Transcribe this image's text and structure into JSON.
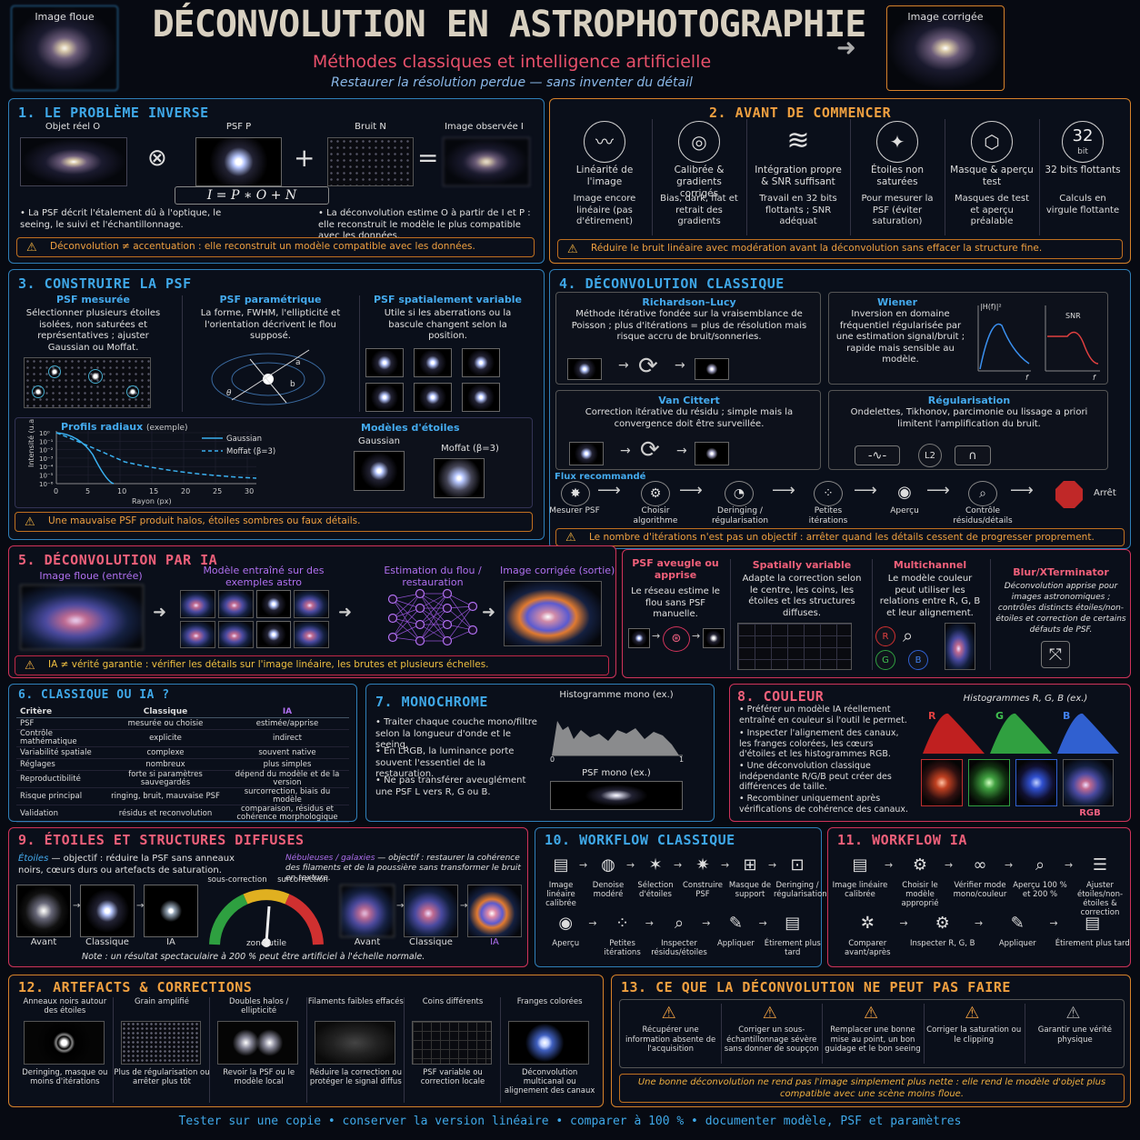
{
  "header": {
    "title": "DÉCONVOLUTION EN ASTROPHOTOGRAPHIE",
    "subtitle": "Méthodes classiques et intelligence artificielle",
    "tagline": "Restaurer la résolution perdue — sans inventer du détail",
    "left_label": "Image floue",
    "right_label": "Image corrigée"
  },
  "s1": {
    "title": "1.  LE PROBLÈME INVERSE",
    "obj": "Objet réel O",
    "psf": "PSF P",
    "noise": "Bruit N",
    "obs": "Image observée I",
    "op_conv": "⊗",
    "op_plus": "+",
    "op_eq": "=",
    "formula": "I = P ∗ O + N",
    "b1": "• La PSF décrit l'étalement dû à l'optique, le seeing, le suivi et l'échantillonnage.",
    "b2": "• La déconvolution estime O à partir de I et P : elle reconstruit le modèle le plus compatible avec les données.",
    "warn": "Déconvolution ≠ accentuation : elle reconstruit un modèle compatible avec les données."
  },
  "s2": {
    "title": "2.  AVANT DE COMMENCER",
    "items": [
      {
        "icon": "〰",
        "t": "Linéarité de l'image",
        "d": "Image encore linéaire (pas d'étirement)"
      },
      {
        "icon": "◎",
        "t": "Calibrée & gradients corrigés",
        "d": "Bias, dark, flat et retrait des gradients"
      },
      {
        "icon": "≋",
        "t": "Intégration propre & SNR suffisant",
        "d": "Travail en 32 bits flottants ; SNR adéquat"
      },
      {
        "icon": "✦",
        "t": "Étoiles non saturées",
        "d": "Pour mesurer la PSF (éviter saturation)"
      },
      {
        "icon": "⬡",
        "t": "Masque & aperçu test",
        "d": "Masques de test et aperçu préalable"
      },
      {
        "icon": "32",
        "t": "32 bits flottants",
        "d": "Calculs en virgule flottante"
      }
    ],
    "icon_sub": "bit",
    "warn": "Réduire le bruit linéaire avec modération avant la déconvolution sans effacer la structure fine."
  },
  "s3": {
    "title": "3.  CONSTRUIRE LA PSF",
    "c1t": "PSF mesurée",
    "c1d": "Sélectionner plusieurs étoiles isolées, non saturées et représentatives ; ajuster Gaussian ou Moffat.",
    "c2t": "PSF paramétrique",
    "c2d": "La forme, FWHM, l'ellipticité et l'orientation décrivent le flou supposé.",
    "c3t": "PSF spatialement variable",
    "c3d": "Utile si les aberrations ou la bascule changent selon la position.",
    "ell_theta": "θ",
    "ell_a": "a",
    "ell_b": "b",
    "prof_t": "Profils radiaux",
    "prof_ex": "(exemple)",
    "leg1": "Gaussian",
    "leg2": "Moffat (β=3)",
    "ylab": "Intensité (u.a.)",
    "xlab": "Rayon (px)",
    "xt": [
      "0",
      "5",
      "10",
      "15",
      "20",
      "25",
      "30"
    ],
    "yt": [
      "10⁰",
      "10⁻¹",
      "10⁻²",
      "10⁻³",
      "10⁻⁴",
      "10⁻⁵",
      "10⁻⁶"
    ],
    "mod_t": "Modèles d'étoiles",
    "m1": "Gaussian",
    "m2": "Moffat (β=3)",
    "warn": "Une mauvaise PSF produit halos, étoiles sombres ou faux détails."
  },
  "s4": {
    "title": "4.  DÉCONVOLUTION CLASSIQUE",
    "rl_t": "Richardson–Lucy",
    "rl_d": "Méthode itérative fondée sur la vraisemblance de Poisson ; plus d'itérations = plus de résolution mais risque accru de bruit/sonneries.",
    "w_t": "Wiener",
    "w_d": "Inversion en domaine fréquentiel régularisée par une estimation signal/bruit ; rapide mais sensible au modèle.",
    "w_g1": "|H(f)|²",
    "w_g2": "SNR",
    "w_f": "f",
    "vc_t": "Van Cittert",
    "vc_d": "Correction itérative du résidu ; simple mais la convergence doit être surveillée.",
    "rg_t": "Régularisation",
    "rg_d": "Ondelettes, Tikhonov, parcimonie ou lissage a priori limitent l'amplification du bruit.",
    "rg_l2": "L2",
    "flux_t": "Flux recommandé",
    "flux": [
      {
        "icon": "✸",
        "l": "Mesurer PSF"
      },
      {
        "icon": "⚙",
        "l": "Choisir algorithme"
      },
      {
        "icon": "◔",
        "l": "Deringing / régularisation"
      },
      {
        "icon": "⁘",
        "l": "Petites itérations"
      },
      {
        "icon": "◉",
        "l": "Aperçu"
      },
      {
        "icon": "⌕",
        "l": "Contrôle résidus/détails"
      }
    ],
    "stop": "Arrêt",
    "warn": "Le nombre d'itérations n'est pas un objectif : arrêter quand les détails cessent de progresser proprement."
  },
  "s5": {
    "title": "5.  DÉCONVOLUTION PAR IA",
    "in": "Image floue (entrée)",
    "model": "Modèle entraîné sur des exemples astro",
    "est": "Estimation du flou / restauration",
    "out": "Image corrigée (sortie)",
    "warn": "IA ≠ vérité garantie : vérifier les détails sur l'image linéaire, les brutes et plusieurs échelles.",
    "p1t": "PSF aveugle ou apprise",
    "p1d": "Le réseau estime le flou sans PSF manuelle.",
    "p2t": "Spatially variable",
    "p2d": "Adapte la correction selon le centre, les coins, les étoiles et les structures diffuses.",
    "p3t": "Multichannel",
    "p3d": "Le modèle couleur peut utiliser les relations entre R, G, B et leur alignement.",
    "r": "R",
    "g": "G",
    "b": "B",
    "p4t": "Blur/XTerminator",
    "p4d": "Déconvolution apprise pour images astronomiques ; contrôles distincts étoiles/non-étoiles et correction de certains défauts de PSF."
  },
  "s6": {
    "title": "6.  CLASSIQUE OU IA ?",
    "head": [
      "Critère",
      "Classique",
      "IA"
    ],
    "rows": [
      [
        "PSF",
        "mesurée ou choisie",
        "estimée/apprise"
      ],
      [
        "Contrôle mathématique",
        "explicite",
        "indirect"
      ],
      [
        "Variabilité spatiale",
        "complexe",
        "souvent native"
      ],
      [
        "Réglages",
        "nombreux",
        "plus simples"
      ],
      [
        "Reproductibilité",
        "forte si paramètres sauvegardés",
        "dépend du modèle et de la version"
      ],
      [
        "Risque principal",
        "ringing, bruit, mauvaise PSF",
        "surcorrection, biais du modèle"
      ],
      [
        "Validation",
        "résidus et reconvolution",
        "comparaison, résidus et cohérence morphologique"
      ]
    ]
  },
  "s7": {
    "title": "7.  MONOCHROME",
    "b1": "• Traiter chaque couche mono/filtre selon la longueur d'onde et le seeing.",
    "b2": "• En LRGB, la luminance porte souvent l'essentiel de la restauration.",
    "b3": "• Ne pas transférer aveuglément une PSF L vers R, G ou B.",
    "hist": "Histogramme mono (ex.)",
    "h0": "0",
    "h1": "1",
    "psf": "PSF mono (ex.)"
  },
  "s8": {
    "title": "8.  COULEUR",
    "b1": "• Préférer un modèle IA réellement entraîné en couleur si l'outil le permet.",
    "b2": "• Inspecter l'alignement des canaux, les franges colorées, les cœurs d'étoiles et les histogrammes RGB.",
    "b3": "• Une déconvolution classique indépendante R/G/B peut créer des différences de taille.",
    "b4": "• Recombiner uniquement après vérifications de cohérence des canaux.",
    "hist": "Histogrammes R, G, B (ex.)",
    "r": "R",
    "g": "G",
    "b": "B",
    "rgb": "RGB"
  },
  "s9": {
    "title": "9.  ÉTOILES ET STRUCTURES DIFFUSES",
    "stars_h": "Étoiles",
    "stars_d": " — objectif : réduire la PSF sans anneaux noirs, cœurs durs ou artefacts de saturation.",
    "neb_h": "Nébuleuses / galaxies",
    "neb_d": " — objectif : restaurer la cohérence des filaments et de la poussière sans transformer le bruit en texture.",
    "avant": "Avant",
    "classique": "Classique",
    "ia": "IA",
    "under": "sous-correction",
    "over": "surcorrection",
    "zone": "zone utile",
    "note": "Note : un résultat spectaculaire à 200 % peut être artificiel à l'échelle normale."
  },
  "s10": {
    "title": "10.  WORKFLOW CLASSIQUE",
    "r1": [
      {
        "icon": "▤",
        "l": "Image linéaire calibrée"
      },
      {
        "icon": "◍",
        "l": "Denoise modéré"
      },
      {
        "icon": "✶",
        "l": "Sélection d'étoiles"
      },
      {
        "icon": "✷",
        "l": "Construire PSF"
      },
      {
        "icon": "⊞",
        "l": "Masque de support"
      },
      {
        "icon": "⊡",
        "l": "Deringing / régularisation"
      }
    ],
    "r2": [
      {
        "icon": "◉",
        "l": "Aperçu"
      },
      {
        "icon": "⁘",
        "l": "Petites itérations"
      },
      {
        "icon": "⌕",
        "l": "Inspecter résidus/étoiles"
      },
      {
        "icon": "✎",
        "l": "Appliquer"
      },
      {
        "icon": "▤",
        "l": "Étirement plus tard"
      }
    ]
  },
  "s11": {
    "title": "11.  WORKFLOW IA",
    "r1": [
      {
        "icon": "▤",
        "l": "Image linéaire calibrée"
      },
      {
        "icon": "⚙",
        "l": "Choisir le modèle approprié"
      },
      {
        "icon": "∞",
        "l": "Vérifier mode mono/couleur"
      },
      {
        "icon": "⌕",
        "l": "Aperçu 100 % et 200 %"
      },
      {
        "icon": "☰",
        "l": "Ajuster étoiles/non-étoiles & correction"
      }
    ],
    "r2": [
      {
        "icon": "✲",
        "l": "Comparer avant/après"
      },
      {
        "icon": "⚙",
        "l": "Inspecter R, G, B"
      },
      {
        "icon": "✎",
        "l": "Appliquer"
      },
      {
        "icon": "▤",
        "l": "Étirement plus tard"
      }
    ]
  },
  "s12": {
    "title": "12.  ARTEFACTS & CORRECTIONS",
    "items": [
      {
        "t": "Anneaux noirs autour des étoiles",
        "d": "Deringing, masque ou moins d'itérations"
      },
      {
        "t": "Grain amplifié",
        "d": "Plus de régularisation ou arrêter plus tôt"
      },
      {
        "t": "Doubles halos / ellipticité",
        "d": "Revoir la PSF ou le modèle local"
      },
      {
        "t": "Filaments faibles effacés",
        "d": "Réduire la correction ou protéger le signal diffus"
      },
      {
        "t": "Coins différents",
        "d": "PSF variable ou correction locale"
      },
      {
        "t": "Franges colorées",
        "d": "Déconvolution multicanal ou alignement des canaux"
      }
    ]
  },
  "s13": {
    "title": "13.  CE QUE LA DÉCONVOLUTION NE PEUT PAS FAIRE",
    "items": [
      "Récupérer une information absente de l'acquisition",
      "Corriger un sous-échantillonnage sévère sans donner de soupçon",
      "Remplacer une bonne mise au point, un bon guidage et le bon seeing",
      "Corriger la saturation ou le clipping",
      "Garantir une vérité physique"
    ],
    "note": "Une bonne déconvolution ne rend pas l'image simplement plus nette : elle rend le modèle d'objet plus compatible avec une scène moins floue."
  },
  "footer": "Tester sur une copie  •  conserver la version linéaire  •  comparer à 100 %  •  documenter modèle, PSF et paramètres",
  "colors": {
    "blue": "#2f7fb8",
    "orange": "#d7822a",
    "pink": "#d0335a",
    "title": "#d8d0c0",
    "subtitle": "#e8506a"
  }
}
